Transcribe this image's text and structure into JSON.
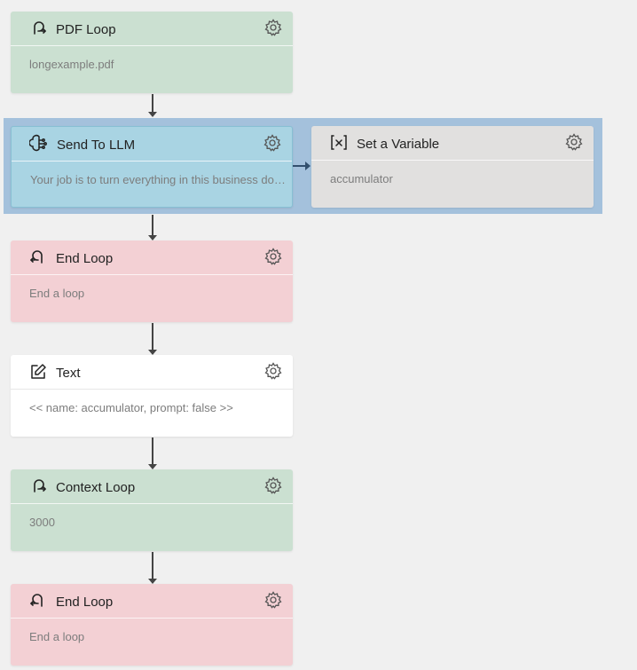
{
  "nodes": [
    {
      "id": "pdf_loop",
      "title": "PDF Loop",
      "subtitle": "longexample.pdf",
      "icon": "loop-start-icon"
    },
    {
      "id": "send_llm",
      "title": "Send To LLM",
      "subtitle": "Your job is to turn everything in this business document into a structured summary",
      "icon": "brain-icon"
    },
    {
      "id": "set_variable",
      "title": "Set a Variable",
      "subtitle": "accumulator",
      "icon": "variable-icon"
    },
    {
      "id": "end_loop_1",
      "title": "End Loop",
      "subtitle": "End a loop",
      "icon": "loop-end-icon"
    },
    {
      "id": "text",
      "title": "Text",
      "subtitle": "<< name: accumulator, prompt: false >>",
      "icon": "edit-icon"
    },
    {
      "id": "context_loop",
      "title": "Context Loop",
      "subtitle": "3000",
      "icon": "loop-start-icon"
    },
    {
      "id": "end_loop_2",
      "title": "End Loop",
      "subtitle": "End a loop",
      "icon": "loop-end-icon"
    }
  ],
  "colors": {
    "loop": "#cbe0d1",
    "llm": "#a9d4e3",
    "variable": "#e1e0df",
    "end_loop": "#f3d0d4",
    "text": "#ffffff",
    "group_highlight": "#a4c1dc",
    "canvas": "#f0f0f0"
  }
}
